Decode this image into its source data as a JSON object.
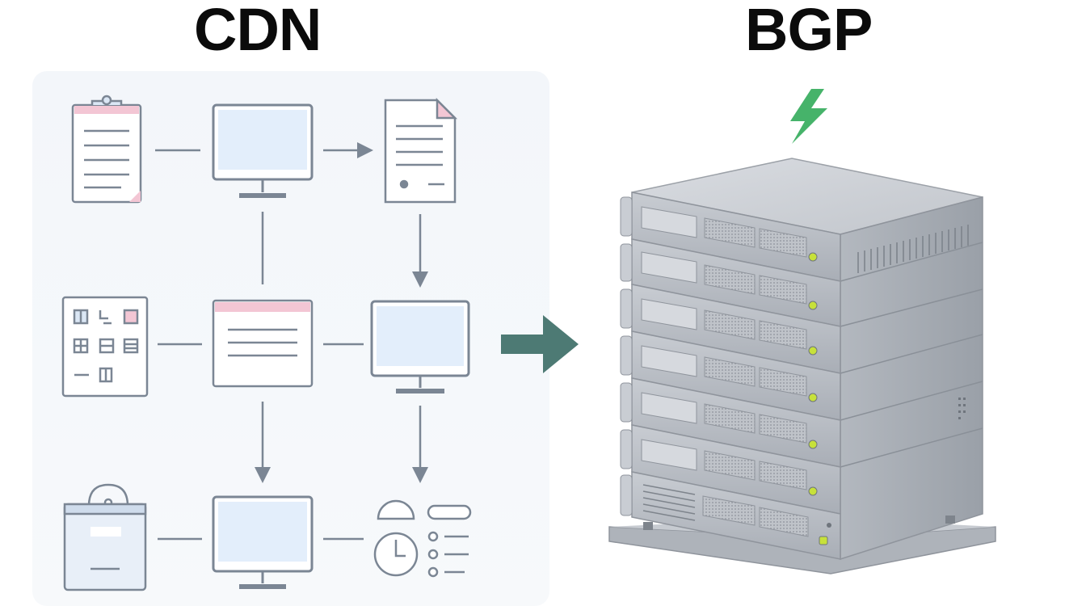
{
  "titles": {
    "left": "CDN",
    "right": "BGP"
  },
  "colors": {
    "line": "#7b8694",
    "screen": "#e3eefb",
    "accent_pink": "#f3c6d4",
    "arrow": "#4d7a74",
    "lightning": "#46b36a",
    "server_body": "#b9bec6",
    "server_led": "#c7e13a"
  },
  "icons": {
    "row1": [
      "clipboard-icon",
      "monitor-icon",
      "document-icon"
    ],
    "row2": [
      "grid-icon",
      "window-icon",
      "monitor-icon"
    ],
    "row3": [
      "bag-icon",
      "monitor-icon",
      "clock-list-icon"
    ],
    "transition": "arrow-right-icon",
    "right": [
      "lightning-icon",
      "server-rack-icon"
    ]
  },
  "server": {
    "units": 7
  }
}
